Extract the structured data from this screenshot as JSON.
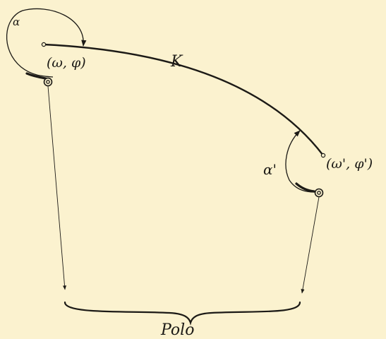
{
  "diagram": {
    "labels": {
      "alpha": "α",
      "point_start": "(ω, φ)",
      "curve": "K",
      "alpha_prime": "α'",
      "point_end": "(ω', φ')",
      "pole": "Polo"
    },
    "colors": {
      "background": "#fbf2cf",
      "ink": "#1c1a16"
    }
  }
}
